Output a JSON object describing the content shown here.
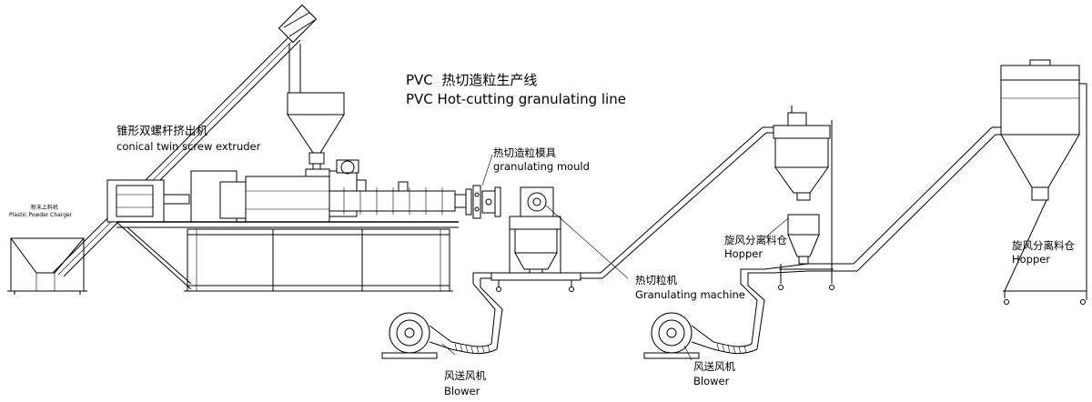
{
  "title": {
    "cn_prefix": "PVC",
    "cn_text": "热切造粒生产线",
    "en": "PVC Hot-cutting granulating line"
  },
  "labels": {
    "extruder_cn": "锥形双螺杆挤出机",
    "extruder_en": "conical twin screw extruder",
    "charger_cn": "粉末上料机",
    "charger_en": "Plastic Powder Charger",
    "mould_cn": "热切造粒模具",
    "mould_en": "granulating mould",
    "granulator_cn": "热切粒机",
    "granulator_en": "Granulating machine",
    "blower1_cn": "风送风机",
    "blower1_en": "Blower",
    "blower2_cn": "风送风机",
    "blower2_en": "Blower",
    "hopper1_cn": "旋风分离料仓",
    "hopper1_en": "Hopper",
    "hopper2_cn": "旋风分离料仓",
    "hopper2_en": "Hopper"
  }
}
